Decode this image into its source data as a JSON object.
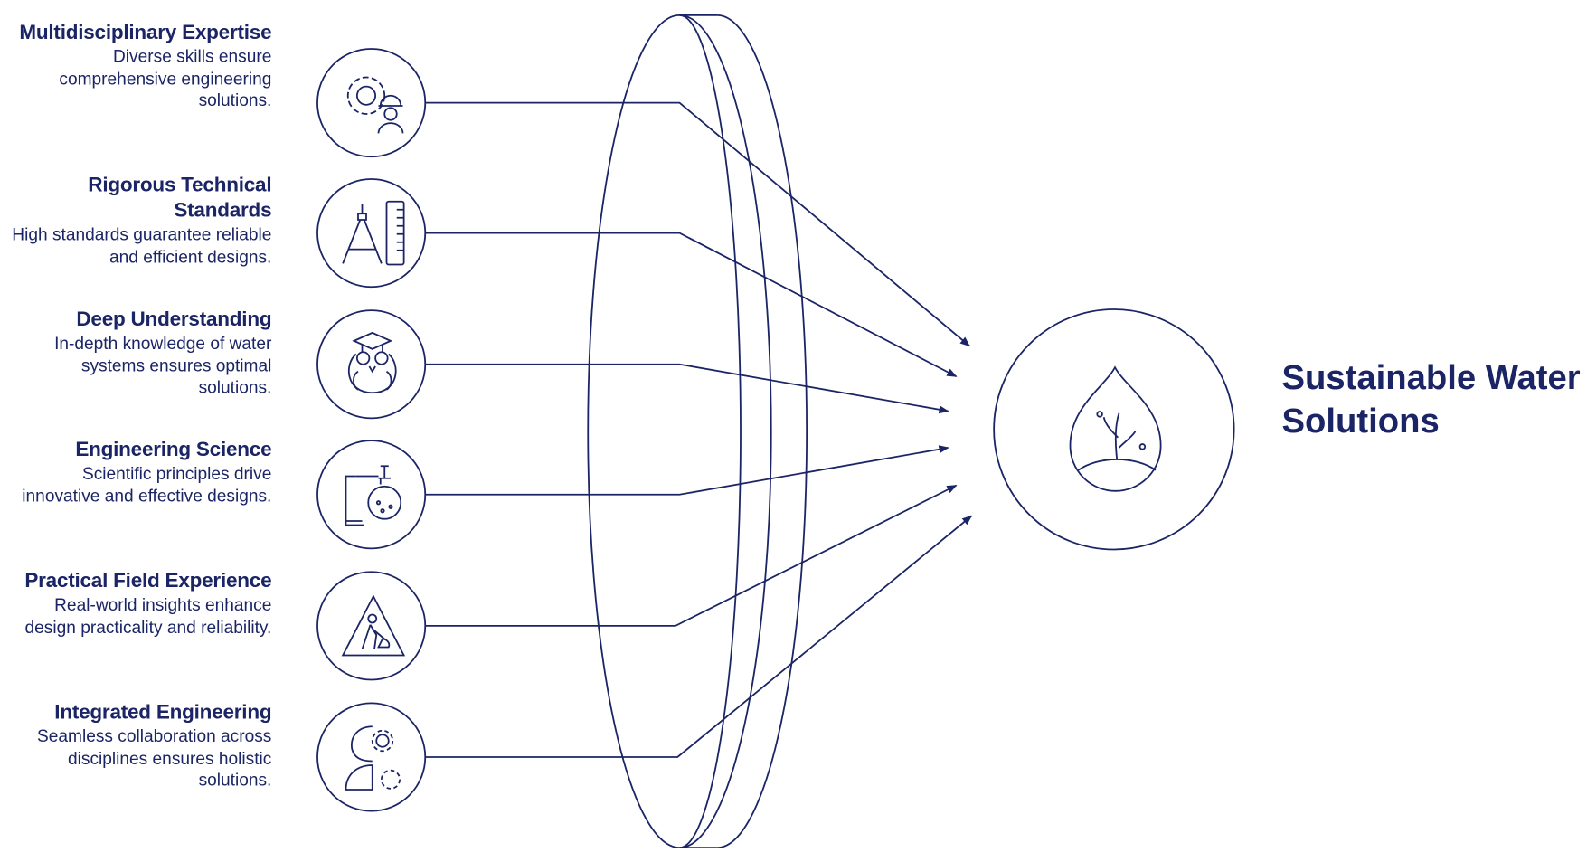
{
  "items": [
    {
      "title": "Multidisciplinary Expertise",
      "description": "Diverse skills ensure comprehensive engineering solutions.",
      "icon": "gear-engineer-icon"
    },
    {
      "title": "Rigorous Technical Standards",
      "description": "High standards guarantee reliable and efficient designs.",
      "icon": "compass-ruler-icon"
    },
    {
      "title": "Deep Understanding",
      "description": "In-depth knowledge of water systems ensures optimal solutions.",
      "icon": "owl-graduate-icon"
    },
    {
      "title": "Engineering Science",
      "description": "Scientific principles drive innovative and effective designs.",
      "icon": "flask-icon"
    },
    {
      "title": "Practical Field Experience",
      "description": "Real-world insights enhance design practicality and reliability.",
      "icon": "worker-sign-icon"
    },
    {
      "title": "Integrated Engineering",
      "description": "Seamless collaboration across disciplines ensures holistic solutions.",
      "icon": "head-gears-icon"
    }
  ],
  "result": {
    "title": "Sustainable Water Solutions",
    "icon": "water-drop-plant-icon"
  },
  "colors": {
    "primary": "#1b2566"
  }
}
